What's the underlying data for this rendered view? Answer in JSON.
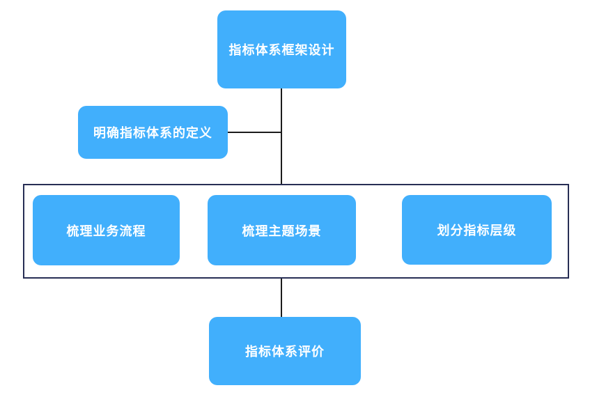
{
  "colors": {
    "node_fill": "#41AFFC",
    "node_text": "#FFFFFF",
    "group_border": "#272E55",
    "connector": "#1B1B1B",
    "background": "#FFFFFF"
  },
  "diagram": {
    "root": {
      "label": "指标体系框架设计"
    },
    "side": {
      "label": "明确指标体系的定义"
    },
    "group": {
      "items": [
        {
          "label": "梳理业务流程"
        },
        {
          "label": "梳理主题场景"
        },
        {
          "label": "划分指标层级"
        }
      ]
    },
    "bottom": {
      "label": "指标体系评价"
    }
  }
}
